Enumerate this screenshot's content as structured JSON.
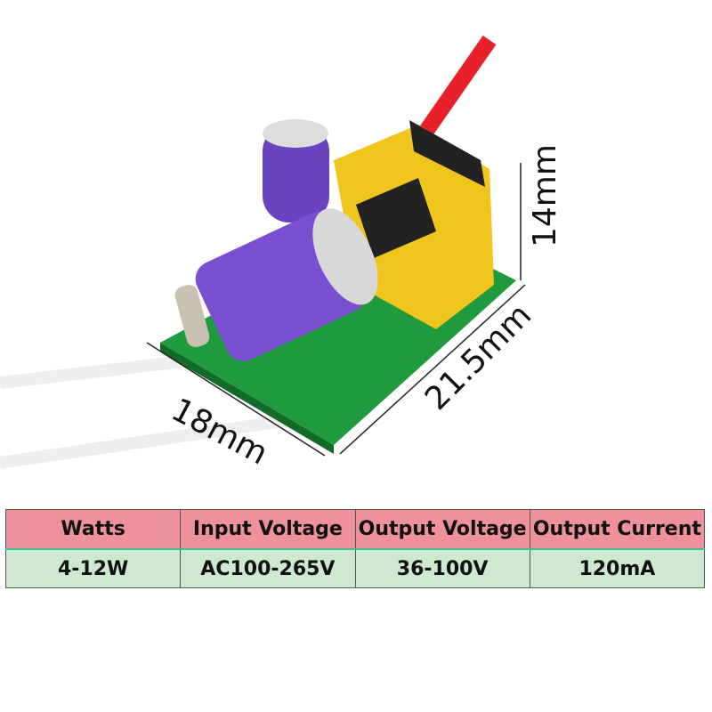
{
  "dimensions": {
    "height": "14mm",
    "length": "21.5mm",
    "width": "18mm"
  },
  "specs": {
    "headers": [
      "Watts",
      "Input Voltage",
      "Output Voltage",
      "Output Current"
    ],
    "values": [
      "4-12W",
      "AC100-265V",
      "36-100V",
      "120mA"
    ]
  },
  "colors": {
    "header_bg": "#ef919c",
    "row_bg": "#cfe8d0",
    "pcb": "#1f9a3c",
    "capacitor": "#7a4fd0",
    "transformer": "#f0c51e"
  }
}
